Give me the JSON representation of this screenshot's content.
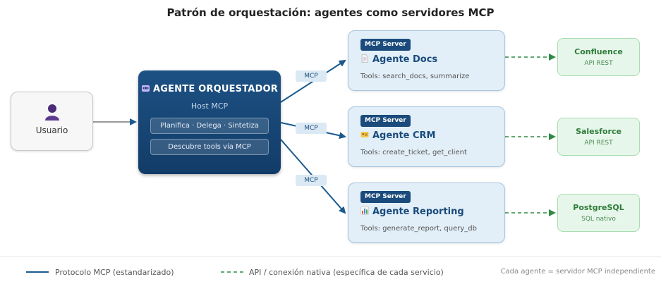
{
  "title": "Patrón de orquestación: agentes como servidores MCP",
  "user": {
    "label": "Usuario",
    "icon": "user-icon"
  },
  "orchestrator": {
    "icon": "robot-icon",
    "title": "AGENTE ORQUESTADOR",
    "subtitle": "Host MCP",
    "pill_1": "Planifica · Delega · Sintetiza",
    "pill_2": "Descubre tools vía MCP"
  },
  "edge_labels": {
    "docs": "MCP",
    "crm": "MCP",
    "reporting": "MCP"
  },
  "agents": [
    {
      "badge": "MCP Server",
      "icon": "document-icon",
      "name": "Agente Docs",
      "tools": "Tools: search_docs, summarize"
    },
    {
      "badge": "MCP Server",
      "icon": "id-card-icon",
      "name": "Agente CRM",
      "tools": "Tools: create_ticket, get_client"
    },
    {
      "badge": "MCP Server",
      "icon": "bar-chart-icon",
      "name": "Agente Reporting",
      "tools": "Tools: generate_report, query_db"
    }
  ],
  "services": [
    {
      "name": "Confluence",
      "sub": "API REST"
    },
    {
      "name": "Salesforce",
      "sub": "API REST"
    },
    {
      "name": "PostgreSQL",
      "sub": "SQL nativo"
    }
  ],
  "legend": {
    "mcp": "Protocolo MCP (estandarizado)",
    "api": "API / conexión nativa (específica de cada servicio)",
    "note": "Cada agente = servidor MCP independiente"
  },
  "colors": {
    "mcp_line": "#1a5a8f",
    "api_line": "#2e8b45",
    "orchestrator": "#154372"
  }
}
